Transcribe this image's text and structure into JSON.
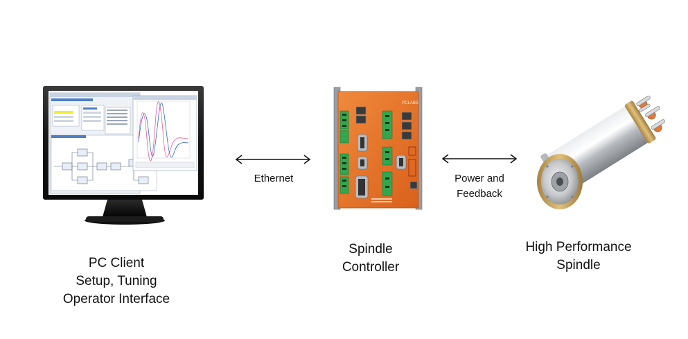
{
  "nodes": [
    {
      "id": "pc",
      "lines": [
        "PC Client",
        "Setup, Tuning",
        "Operator Interface"
      ],
      "icon": "monitor-icon"
    },
    {
      "id": "controller",
      "lines": [
        "Spindle",
        "Controller"
      ],
      "icon": "controller-icon"
    },
    {
      "id": "spindle",
      "lines": [
        "High Performance",
        "Spindle"
      ],
      "icon": "spindle-icon"
    }
  ],
  "edges": [
    {
      "from": "pc",
      "to": "controller",
      "lines": [
        "Ethernet"
      ],
      "direction": "bidirectional"
    },
    {
      "from": "controller",
      "to": "spindle",
      "lines": [
        "Power and",
        "Feedback"
      ],
      "direction": "bidirectional"
    }
  ],
  "device_text": {
    "controller_brand": "PCLABS"
  },
  "colors": {
    "controller_orange": "#e8752a",
    "monitor_bezel": "#1a1a1a",
    "connector_green": "#2fa84f",
    "spindle_metal": "#c9ccd0",
    "spindle_gold": "#c9a35a"
  }
}
